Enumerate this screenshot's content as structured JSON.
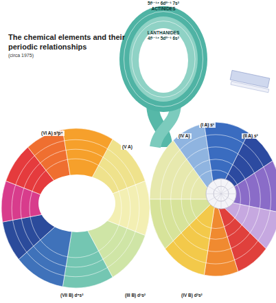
{
  "diagram": {
    "title": "The chemical elements and their periodic relationships",
    "nodes": [
      {
        "text": [
          "5f¹⁻¹⁴ 6d⁰⁻¹ 7s²",
          "ACTINIDES"
        ]
      },
      {
        "text": [
          "LANTHANIDES",
          "4f¹⁻¹⁴ 5d⁰⁻¹ 6s²"
        ]
      }
    ],
    "labels": [
      "(circa 1975)",
      "(VI A) s²p⁴",
      "(V A)",
      "(IV A)",
      "(I A) s¹",
      "(II A) s²",
      "(VII B) d⁵s²",
      "(III B) d¹s²",
      "(IV B) d²s²"
    ]
  }
}
